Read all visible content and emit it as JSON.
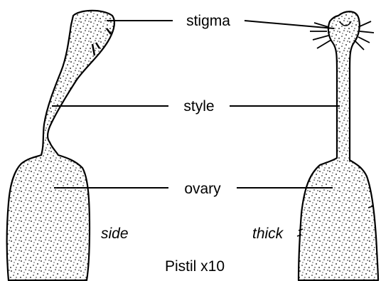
{
  "labels": {
    "stigma": "stigma",
    "style": "style",
    "ovary": "ovary",
    "side": "side",
    "thick": "thick",
    "caption": "Pistil x10"
  }
}
